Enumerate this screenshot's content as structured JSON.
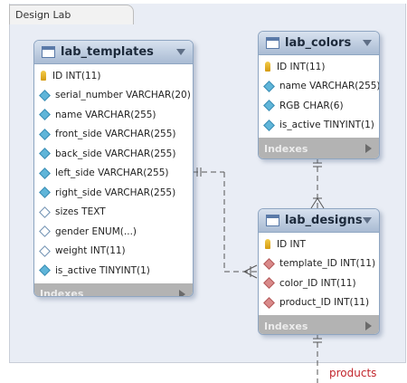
{
  "diagram_tab": "Design Lab",
  "colors": {
    "canvas": "#e9edf5",
    "table_header": "#a9bbd3",
    "indexes_bar": "#b3b3b3",
    "external_label": "#c2262d"
  },
  "tables": {
    "lab_templates": {
      "name": "lab_templates",
      "columns": [
        {
          "text": "ID INT(11)",
          "icon": "primary-key-icon"
        },
        {
          "text": "serial_number VARCHAR(20)",
          "icon": "not-null-column-icon"
        },
        {
          "text": "name VARCHAR(255)",
          "icon": "not-null-column-icon"
        },
        {
          "text": "front_side VARCHAR(255)",
          "icon": "not-null-column-icon"
        },
        {
          "text": "back_side VARCHAR(255)",
          "icon": "not-null-column-icon"
        },
        {
          "text": "left_side VARCHAR(255)",
          "icon": "not-null-column-icon"
        },
        {
          "text": "right_side VARCHAR(255)",
          "icon": "not-null-column-icon"
        },
        {
          "text": "sizes TEXT",
          "icon": "nullable-column-icon"
        },
        {
          "text": "gender ENUM(...)",
          "icon": "nullable-column-icon"
        },
        {
          "text": "weight INT(11)",
          "icon": "nullable-column-icon"
        },
        {
          "text": "is_active TINYINT(1)",
          "icon": "not-null-column-icon"
        }
      ],
      "indexes_label": "Indexes"
    },
    "lab_colors": {
      "name": "lab_colors",
      "columns": [
        {
          "text": "ID INT(11)",
          "icon": "primary-key-icon"
        },
        {
          "text": "name VARCHAR(255)",
          "icon": "not-null-column-icon"
        },
        {
          "text": "RGB CHAR(6)",
          "icon": "not-null-column-icon"
        },
        {
          "text": "is_active TINYINT(1)",
          "icon": "not-null-column-icon"
        }
      ],
      "indexes_label": "Indexes"
    },
    "lab_designs": {
      "name": "lab_designs",
      "columns": [
        {
          "text": "ID INT",
          "icon": "primary-key-icon"
        },
        {
          "text": "template_ID INT(11)",
          "icon": "foreign-key-icon"
        },
        {
          "text": "color_ID INT(11)",
          "icon": "foreign-key-icon"
        },
        {
          "text": "product_ID INT(11)",
          "icon": "foreign-key-icon"
        }
      ],
      "indexes_label": "Indexes"
    }
  },
  "external_reference": "products"
}
